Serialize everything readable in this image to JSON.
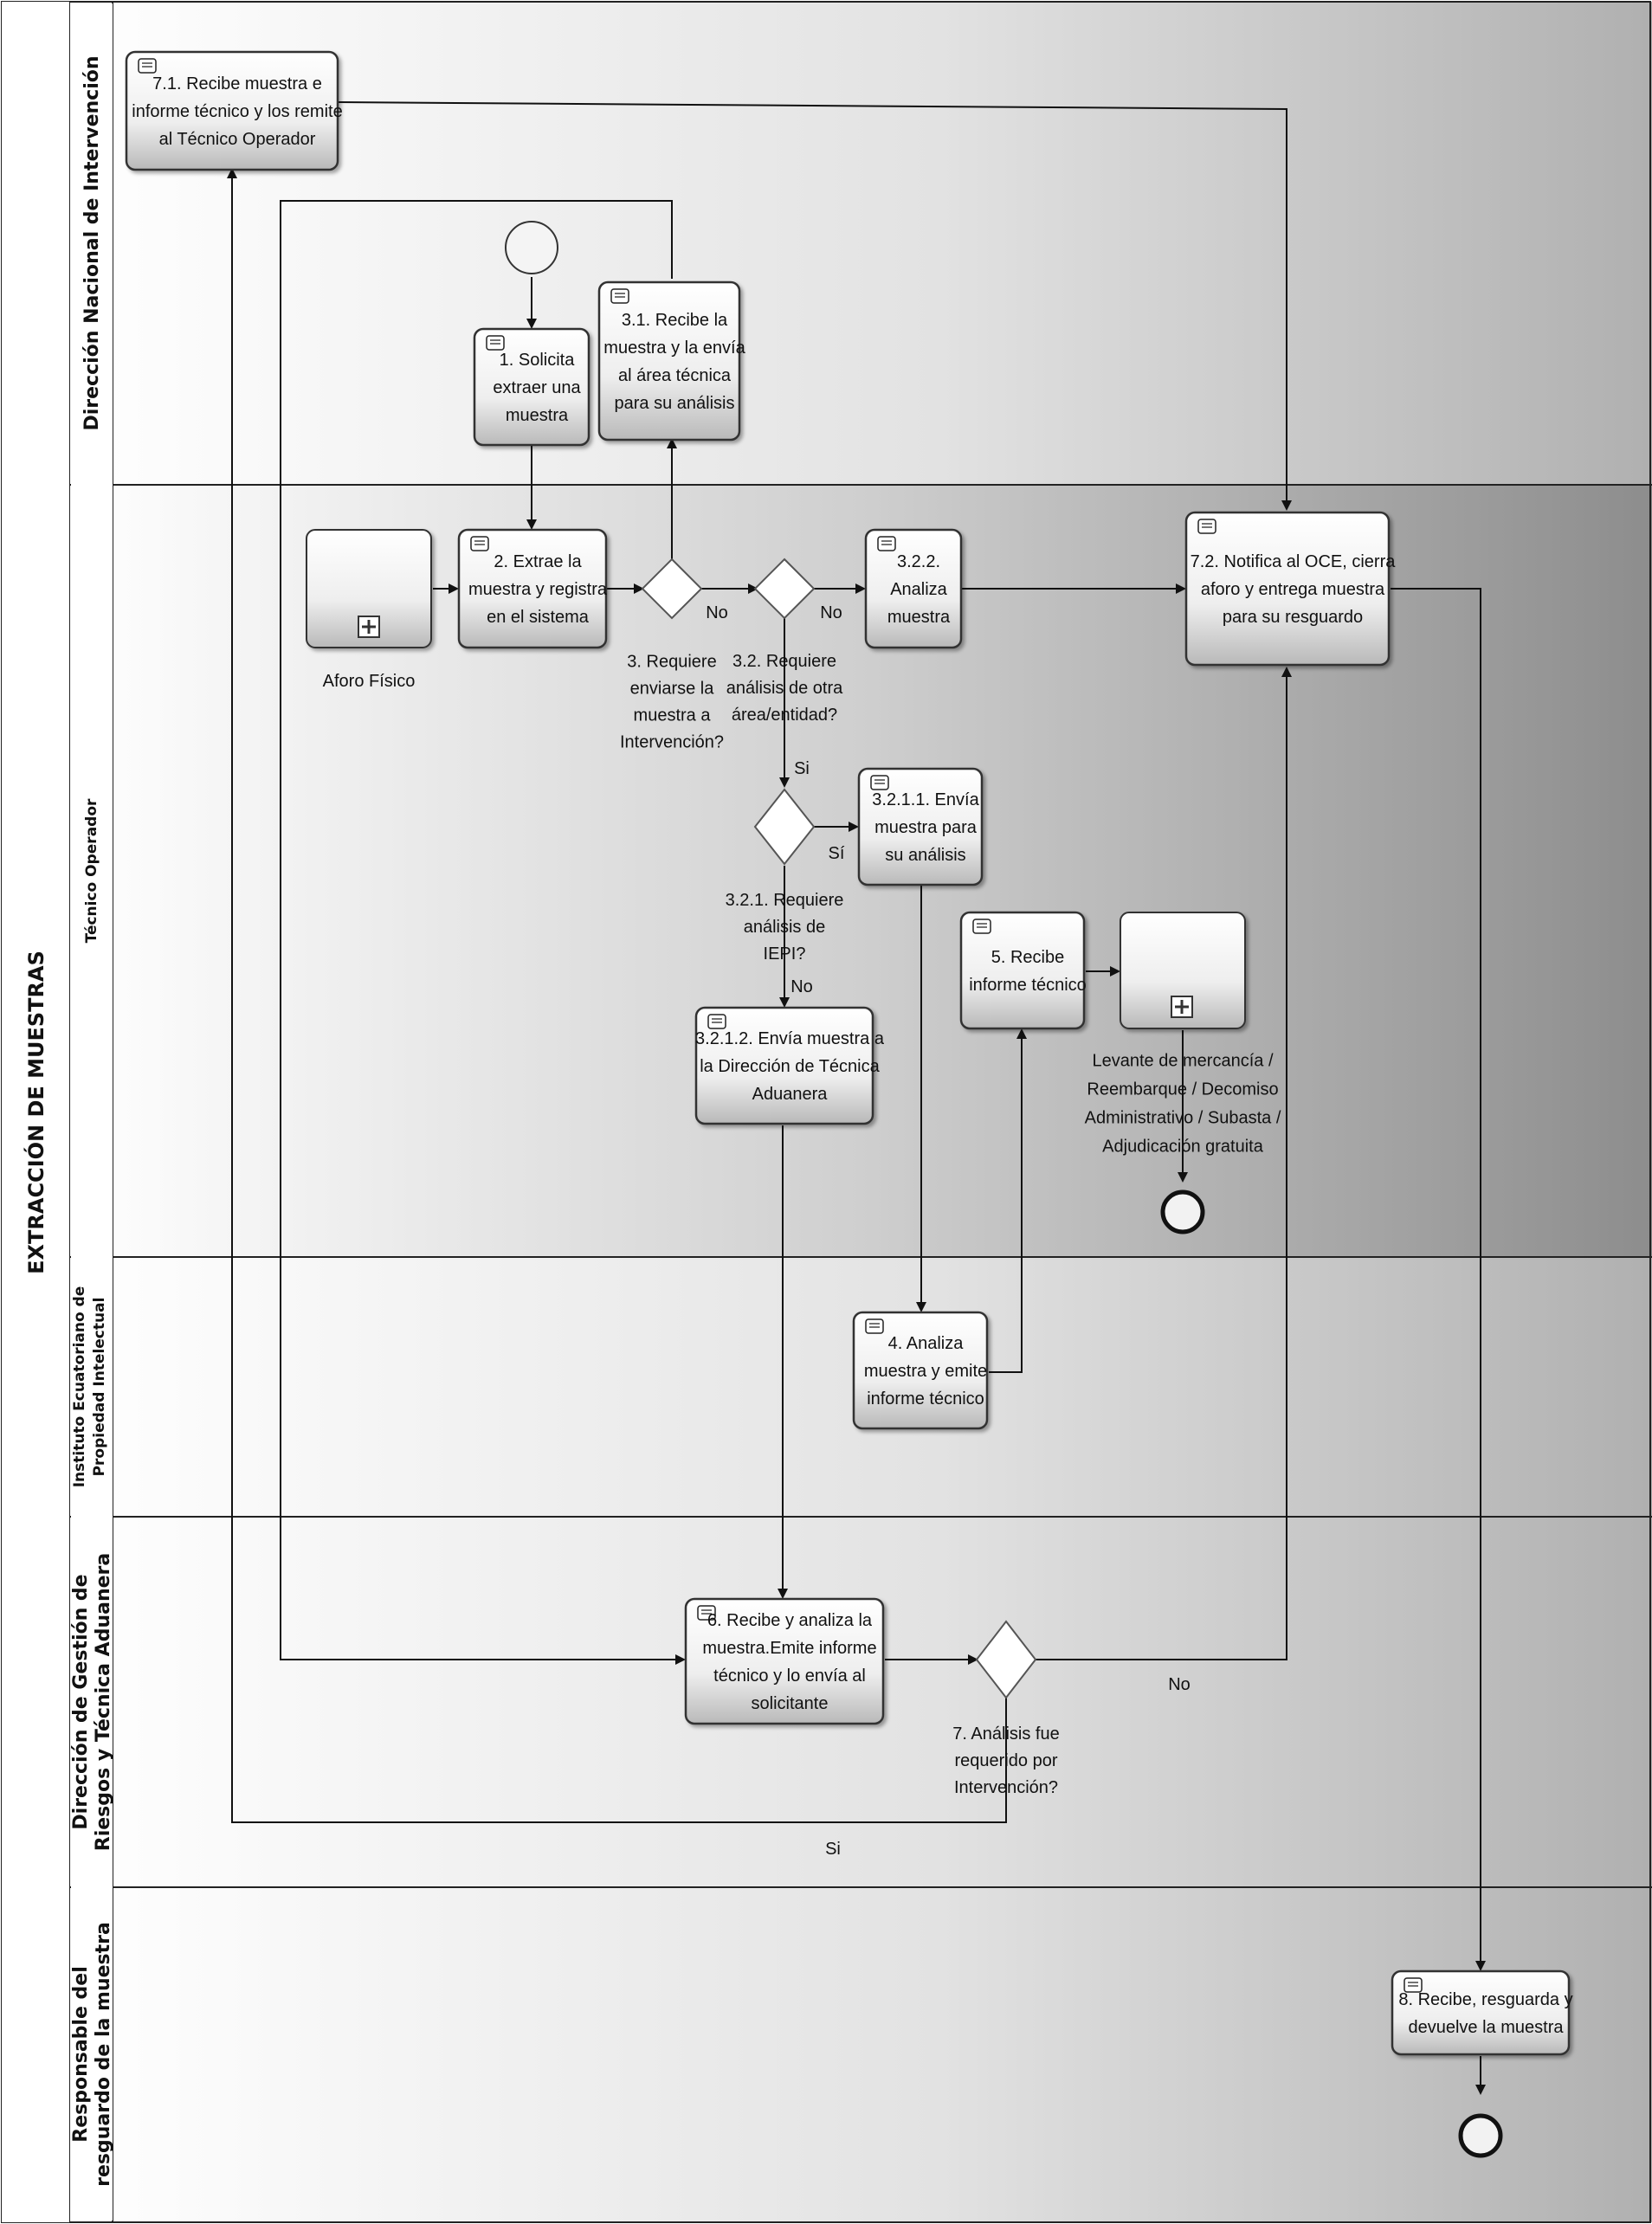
{
  "pool_title": "EXTRACCIÓN DE MUESTRAS",
  "lanes": {
    "dni": "Dirección Nacional de Intervención",
    "tecnico": "Técnico Operador",
    "iepi_1": "Instituto Ecuatoriano de",
    "iepi_2": "Propiedad Intelectual",
    "dgr_1": "Dirección de Gestión de",
    "dgr_2": "Riesgos y Técnica Aduanera",
    "resp_1": "Responsable del",
    "resp_2": "resguardo de la muestra"
  },
  "tasks": {
    "t71": [
      "7.1. Recibe muestra e",
      "informe técnico y los remite",
      "al Técnico Operador"
    ],
    "t1": [
      "1. Solicita",
      "extraer una",
      "muestra"
    ],
    "t31": [
      "3.1. Recibe la",
      "muestra y la envía",
      "al área técnica",
      "para su análisis"
    ],
    "t2": [
      "2. Extrae la",
      "muestra y  registra",
      "en el sistema"
    ],
    "t322": [
      "3.2.2.",
      "Analiza",
      "muestra"
    ],
    "t72": [
      "7.2. Notifica al OCE, cierra",
      "aforo y entrega muestra",
      "para su resguardo"
    ],
    "t3211": [
      "3.2.1.1. Envía",
      "muestra para",
      "su análisis"
    ],
    "t5": [
      "5. Recibe",
      "informe técnico"
    ],
    "t3212": [
      "3.2.1.2. Envía muestra a",
      "la Dirección de Técnica",
      "Aduanera"
    ],
    "t4": [
      "4. Analiza",
      "muestra y emite",
      "informe técnico"
    ],
    "t6": [
      "6.  Recibe y  analiza la",
      "muestra.Emite informe",
      "técnico y lo envía al",
      "solicitante"
    ],
    "t8": [
      "8. Recibe, resguarda y",
      "devuelve la muestra"
    ]
  },
  "subprocesses": {
    "aforo": [
      "Aforo Físico"
    ],
    "levante": [
      "Levante de mercancía /",
      "Reembarque / Decomiso",
      "Administrativo / Subasta /",
      "Adjudicación gratuita"
    ]
  },
  "gateways": {
    "g3": [
      "3. Requiere",
      "enviarse la",
      "muestra a",
      "Intervención?"
    ],
    "g32": [
      "3.2. Requiere",
      "análisis de otra",
      "área/entidad?"
    ],
    "g321": [
      "3.2.1. Requiere",
      "análisis de",
      "IEPI?"
    ],
    "g7": [
      "7. Análisis fue",
      "requerido por",
      "Intervención?"
    ]
  },
  "flow_labels": {
    "g3_no": "No",
    "g32_no": "No",
    "g32_si": "Si",
    "g321_si": "Sí",
    "g321_no": "No",
    "g7_no": "No",
    "g7_si": "Si"
  }
}
